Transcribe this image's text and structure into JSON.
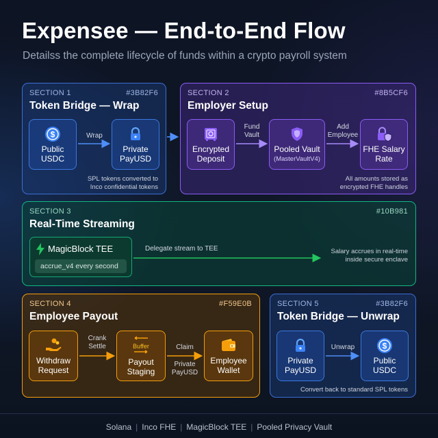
{
  "header": {
    "title": "Expensee — End-to-End Flow",
    "subtitle": "Detailss the complete lifecycle of funds within a crypto payroll system"
  },
  "sections": {
    "s1": {
      "section": "SECTION 1",
      "hex": "#3B82F6",
      "title": "Token Bridge — Wrap",
      "nodes": [
        {
          "line1": "Public",
          "line2": "USDC",
          "icon": "usdc-coin-icon"
        },
        {
          "line1": "Private",
          "line2": "PayUSD",
          "icon": "lock-icon"
        }
      ],
      "edge": "Wrap",
      "note": [
        "SPL tokens converted to",
        "Inco confidential tokens"
      ]
    },
    "s2": {
      "section": "SECTION 2",
      "hex": "#8B5CF6",
      "title": "Employer Setup",
      "nodes": [
        {
          "line1": "Encrypted",
          "line2": "Deposit",
          "icon": "safe-icon"
        },
        {
          "line1": "Pooled Vault",
          "line2": "(MasterVaultV4)",
          "icon": "shield-icon"
        },
        {
          "line1": "FHE Salary",
          "line2": "Rate",
          "icon": "lock-shield-icon"
        }
      ],
      "edges": [
        [
          "Fund",
          "Vault"
        ],
        [
          "Add",
          "Employee"
        ]
      ],
      "note": [
        "All amounts stored as",
        "encrypted FHE handles"
      ]
    },
    "s3": {
      "section": "SECTION 3",
      "hex": "#10B981",
      "title": "Real-Time Streaming",
      "tee_name": "MagicBlock TEE",
      "tee_code": "accrue_v4 every second",
      "edge": "Delegate stream to TEE",
      "note": [
        "Salary accrues in real-time",
        "inside secure enclave"
      ]
    },
    "s4": {
      "section": "SECTION 4",
      "hex": "#F59E0B",
      "title": "Employee Payout",
      "nodes": [
        {
          "line1": "Withdraw",
          "line2": "Request",
          "icon": "hand-coins-icon"
        },
        {
          "line1": "Payout",
          "line2": "Staging",
          "badge": "Buffer",
          "icon": "transfer-arrows-icon"
        },
        {
          "line1": "Employee",
          "line2": "Wallet",
          "icon": "wallet-icon"
        }
      ],
      "edges": [
        [
          "Crank",
          "Settle"
        ],
        [
          "Claim",
          ""
        ]
      ],
      "edge_below": [
        "Private",
        "PayUSD"
      ]
    },
    "s5": {
      "section": "SECTION 5",
      "hex": "#3B82F6",
      "title": "Token Bridge — Unwrap",
      "nodes": [
        {
          "line1": "Private",
          "line2": "PayUSD",
          "icon": "lock-icon"
        },
        {
          "line1": "Public",
          "line2": "USDC",
          "icon": "usdc-coin-icon"
        }
      ],
      "edge": "Unwrap",
      "note": "Convert back to standard SPL tokens"
    }
  },
  "footer": [
    "Solana",
    "Inco FHE",
    "MagicBlock TEE",
    "Pooled Privacy Vault"
  ],
  "colors": {
    "blue": "#3B82F6",
    "purple": "#8B5CF6",
    "green": "#10B981",
    "orange": "#F59E0B"
  }
}
